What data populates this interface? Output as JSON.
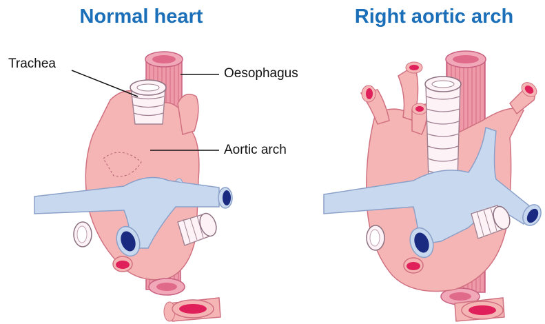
{
  "titles": {
    "left": "Normal heart",
    "right": "Right aortic arch"
  },
  "labels": {
    "trachea": "Trachea",
    "oesophagus": "Oesophagus",
    "aortic_arch": "Aortic arch"
  },
  "colors": {
    "title": "#1a6fb8",
    "aorta_fill": "#f5b5b5",
    "aorta_stroke": "#d07080",
    "oesophagus_fill": "#ee9aa8",
    "vein_fill": "#c8d8ee",
    "vein_stroke": "#8aa0c8",
    "lumen_red": "#e0205a",
    "lumen_blue": "#1a2a80",
    "trachea_fill": "#fdf2f6"
  }
}
